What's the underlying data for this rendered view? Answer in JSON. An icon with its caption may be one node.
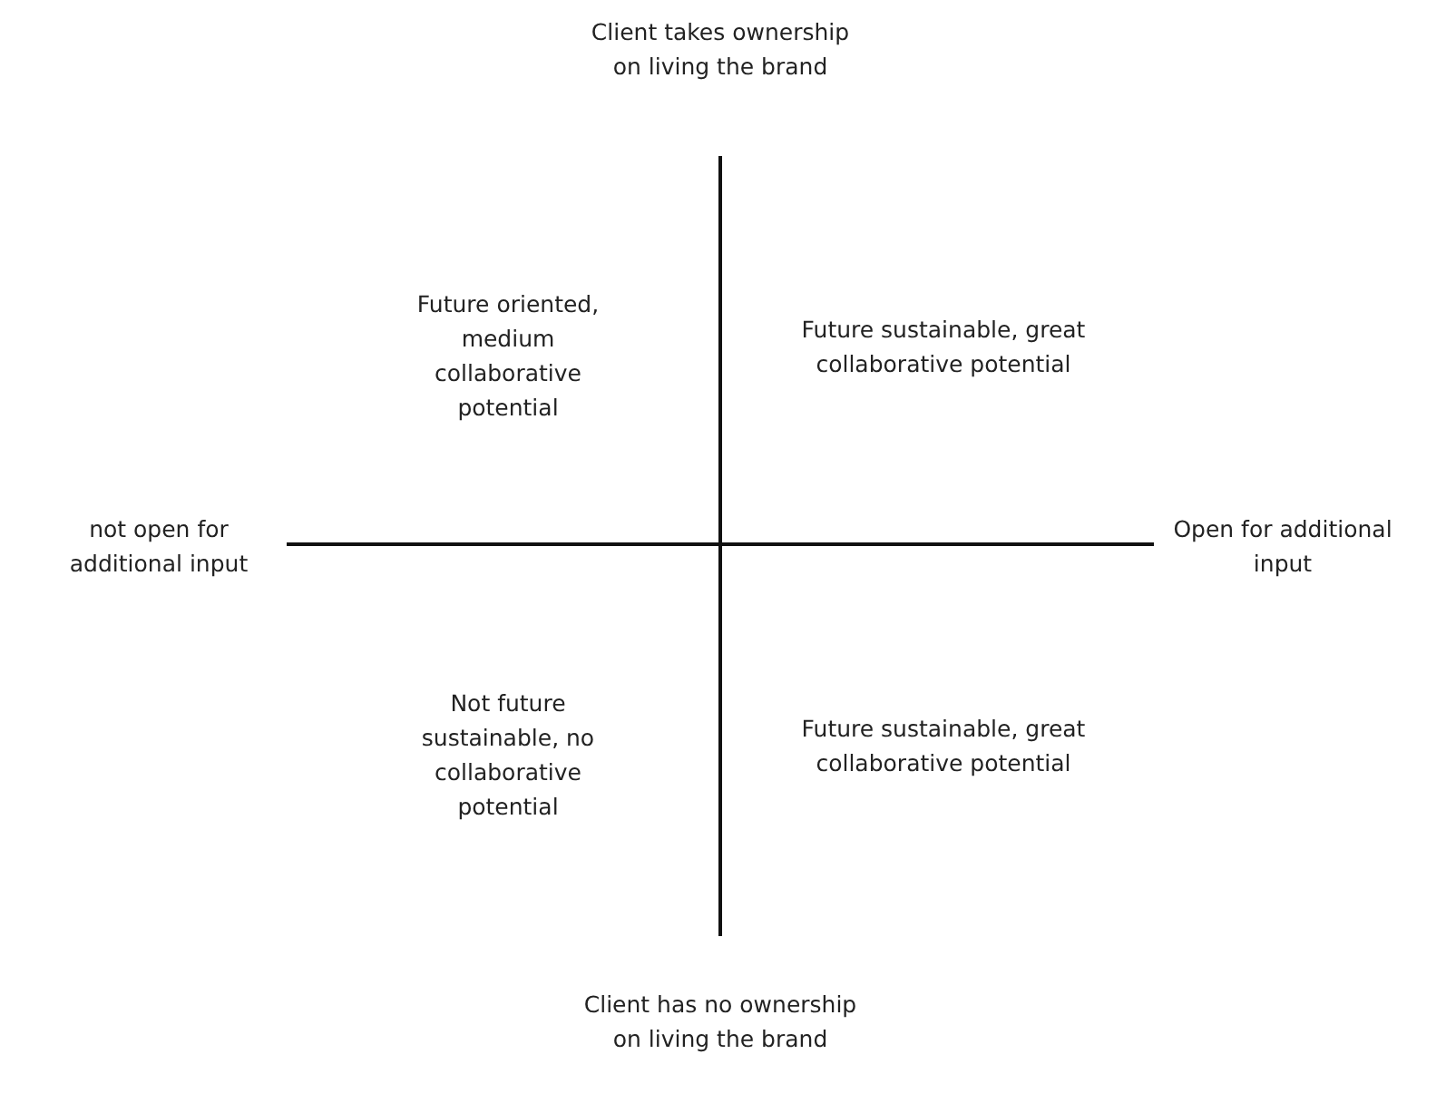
{
  "diagram": {
    "labels": [
      "Client takes ownership on living the brand",
      "Future oriented, medium collaborative potential",
      "Future sustainable, great collaborative potential",
      "not open for additional input",
      "Open for additional input",
      "Not future sustainable, no collaborative potential",
      "Future sustainable, great collaborative potential",
      "Client has no ownership on living the brand"
    ]
  }
}
